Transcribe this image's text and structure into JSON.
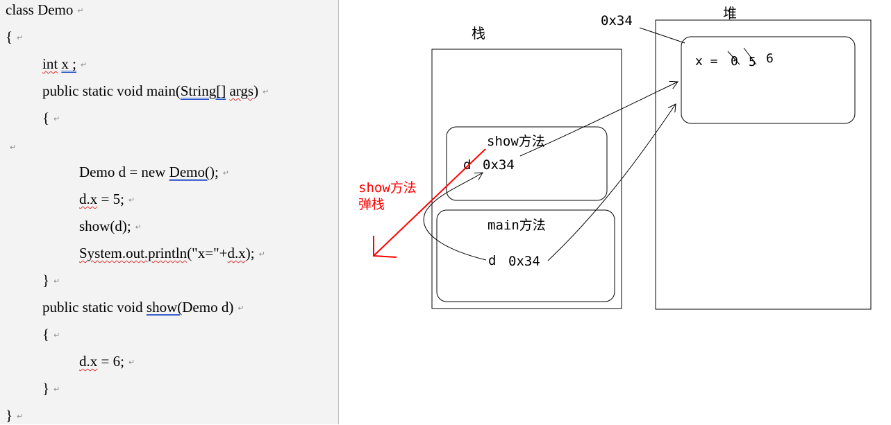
{
  "code": {
    "pilcrow": "↵",
    "l1": "class Demo",
    "l2": "{",
    "l3a": "int",
    "l3b": "x ;",
    "l4a": "public static void main(",
    "l4b": "String[]",
    "l4c": " ",
    "l4d": "args",
    "l4e": ")",
    "l5": "{",
    "l7a": "Demo d = new ",
    "l7b": "Demo(",
    "l7c": ");",
    "l8a": "d.x",
    "l8b": " = 5;",
    "l9": "show(d);",
    "l10a": "System.out.println",
    "l10b": "(\"x=\"+",
    "l10c": "d.x",
    "l10d": ");",
    "l11": "}",
    "l12a": "public static void ",
    "l12b": "show(",
    "l12c": "Demo d)",
    "l13": "{",
    "l14a": "d.x",
    "l14b": " = 6;",
    "l15": "}",
    "l16": "}"
  },
  "diagram": {
    "stack_title": "栈",
    "heap_title": "堆",
    "heap_address": "0x34",
    "object_field": "x = ",
    "object_old1": "0",
    "object_old2": "5",
    "object_value": "6",
    "show_frame_title": "show方法",
    "show_var": "d",
    "show_addr": "0x34",
    "main_frame_title": "main方法",
    "main_var": "d",
    "main_addr": "0x34",
    "pop_label_line1": "show方法",
    "pop_label_line2": "弹栈",
    "colors": {
      "line": "#000000",
      "red": "#ff0000",
      "panel_bg": "#f3f3f3"
    }
  }
}
